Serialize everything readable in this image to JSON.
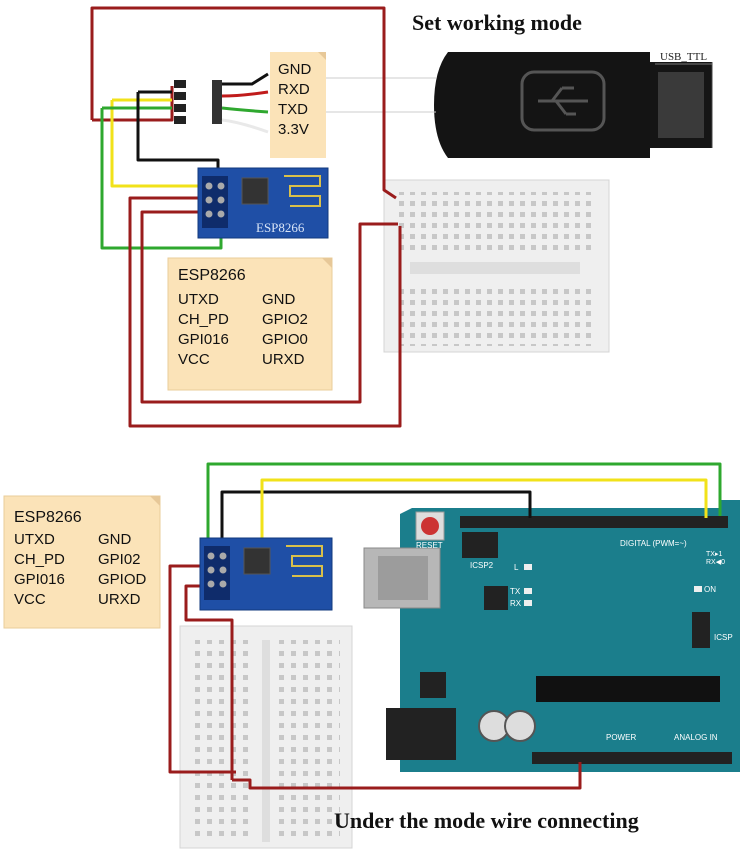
{
  "top_section": {
    "title": "Set working mode",
    "usb_device_label": "USB_TTL",
    "usb_pins": [
      "GND",
      "RXD",
      "TXD",
      "3.3V"
    ],
    "module_label": "ESP8266",
    "pinout_card": {
      "title": "ESP8266",
      "left_pins": [
        "UTXD",
        "CH_PD",
        "GPI016",
        "VCC"
      ],
      "right_pins": [
        "GND",
        "GPIO2",
        "GPIO0",
        "URXD"
      ]
    }
  },
  "bottom_section": {
    "title": "Under the mode wire connecting",
    "pinout_card": {
      "title": "ESP8266",
      "left_pins": [
        "UTXD",
        "CH_PD",
        "GPI016",
        "VCC"
      ],
      "right_pins": [
        "GND",
        "GPI02",
        "GPIOD",
        "URXD"
      ]
    },
    "arduino": {
      "reset_label": "RESET",
      "icsp2_label": "ICSP2",
      "icsp_label": "ICSP",
      "digital_label": "DIGITAL (PWM=~)",
      "power_label": "POWER",
      "analog_label": "ANALOG IN",
      "led_labels": [
        "L",
        "TX",
        "RX"
      ],
      "on_label": "ON",
      "tx_pin_label": "TX▸1",
      "rx_pin_label": "RX◀0"
    }
  },
  "colors": {
    "wire_red": "#9a1c1c",
    "wire_yellow": "#f1e21a",
    "wire_green": "#2fa82f",
    "wire_black": "#111111",
    "module_blue": "#1f4fa6",
    "arduino_teal": "#1b7e8c",
    "note_paper": "#fbe3b8",
    "breadboard": "#efefef"
  }
}
